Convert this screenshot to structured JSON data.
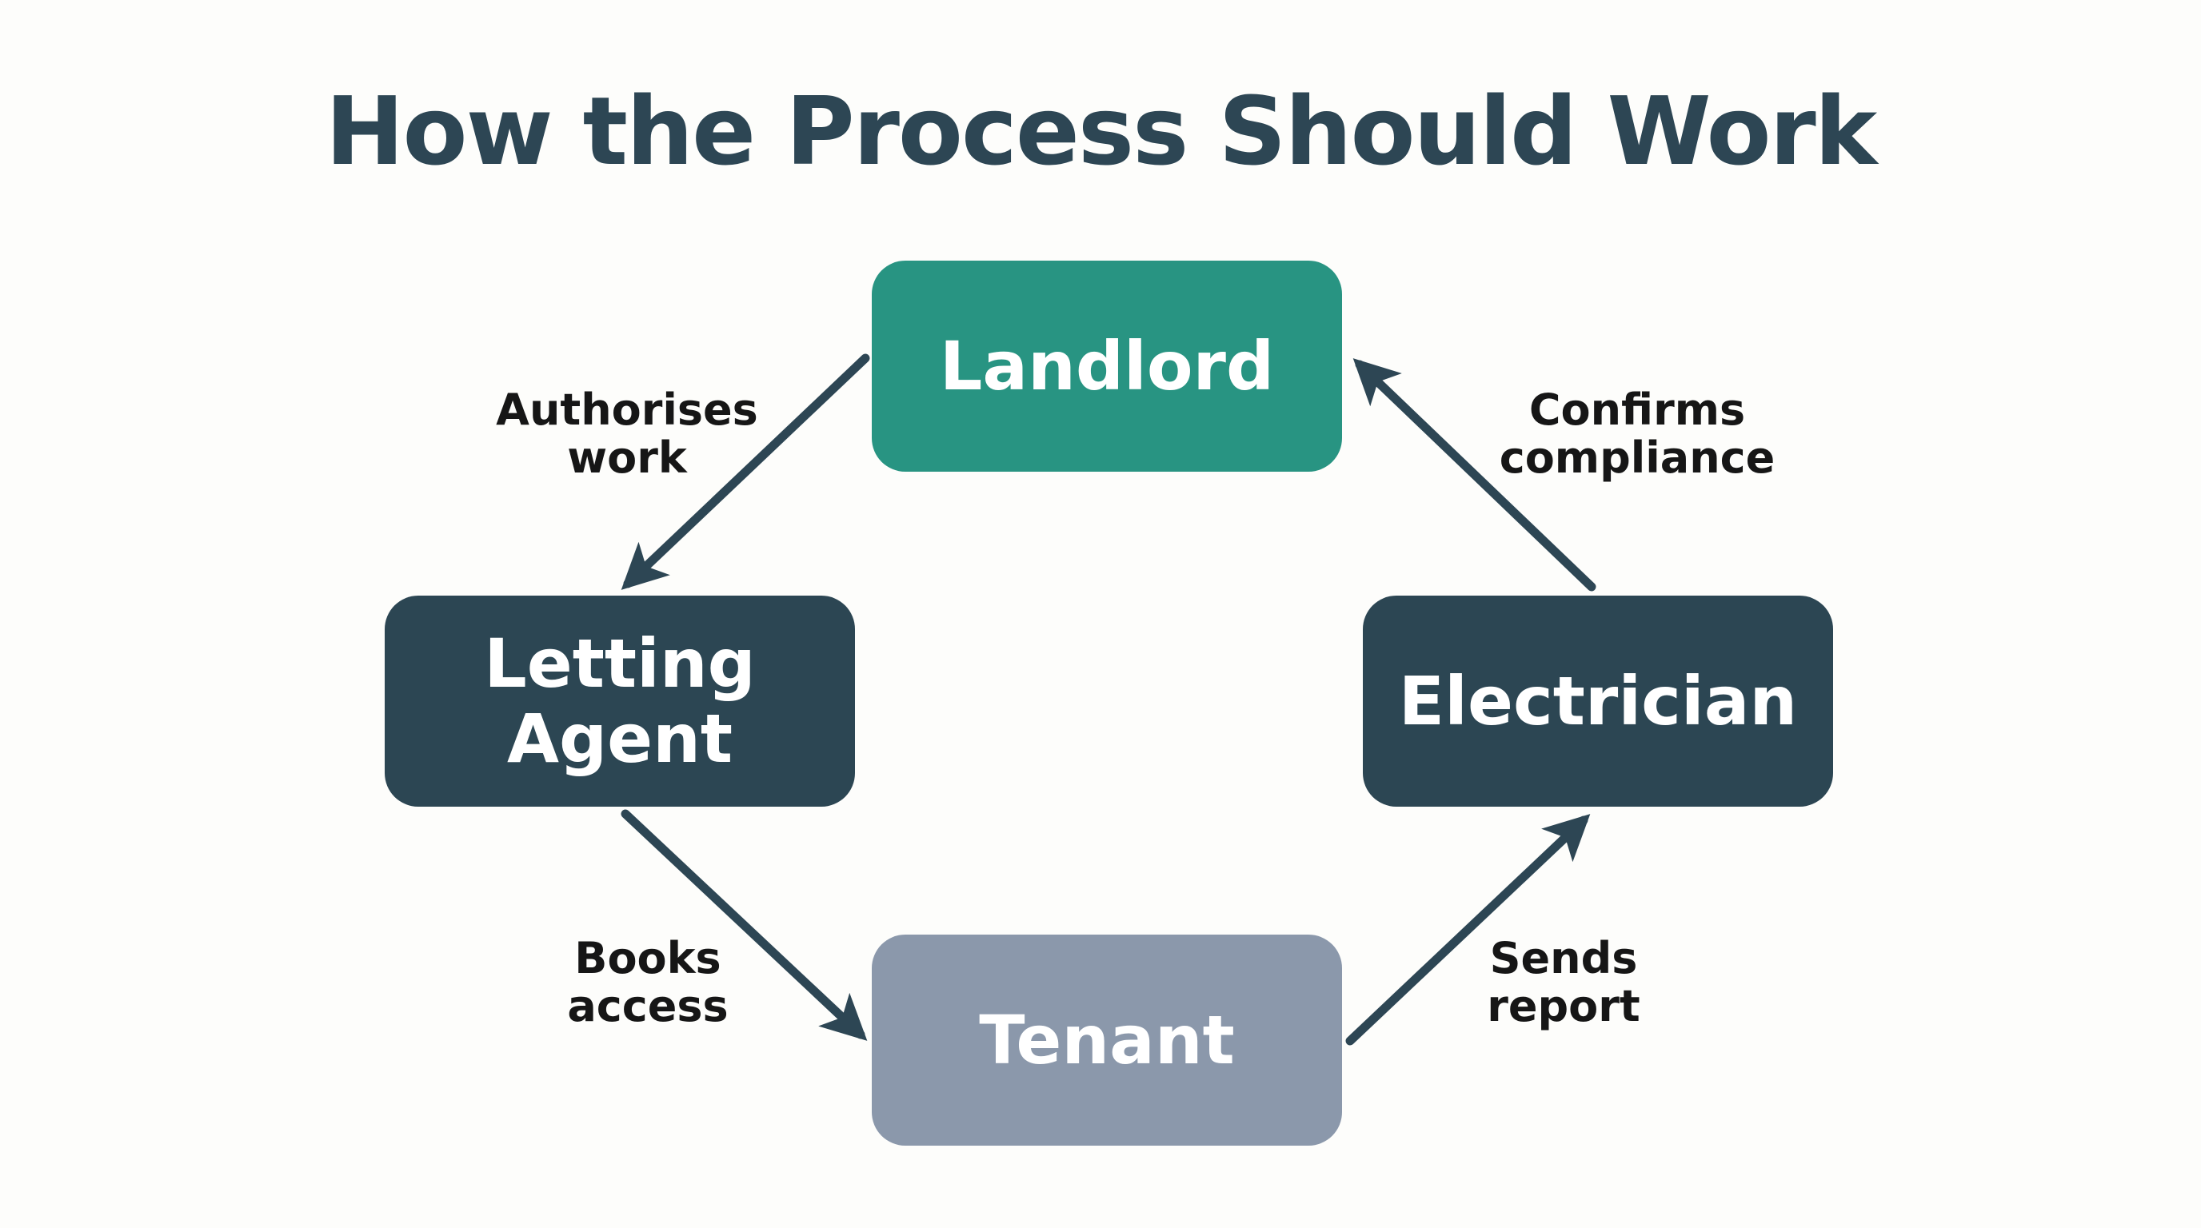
{
  "title": "How the Process Should Work",
  "nodes": {
    "landlord": "Landlord",
    "agent_line1": "Letting",
    "agent_line2": "Agent",
    "electrician": "Electrician",
    "tenant": "Tenant"
  },
  "edges": {
    "authorises": "Authorises\nwork",
    "books": "Books\naccess",
    "sends": "Sends\nreport",
    "confirms": "Confirms\ncompliance"
  },
  "colors": {
    "landlord": "#289482",
    "agent": "#2c4653",
    "electrician": "#2c4653",
    "tenant": "#8b98ab",
    "arrow": "#2d4654",
    "title": "#2d4654"
  }
}
